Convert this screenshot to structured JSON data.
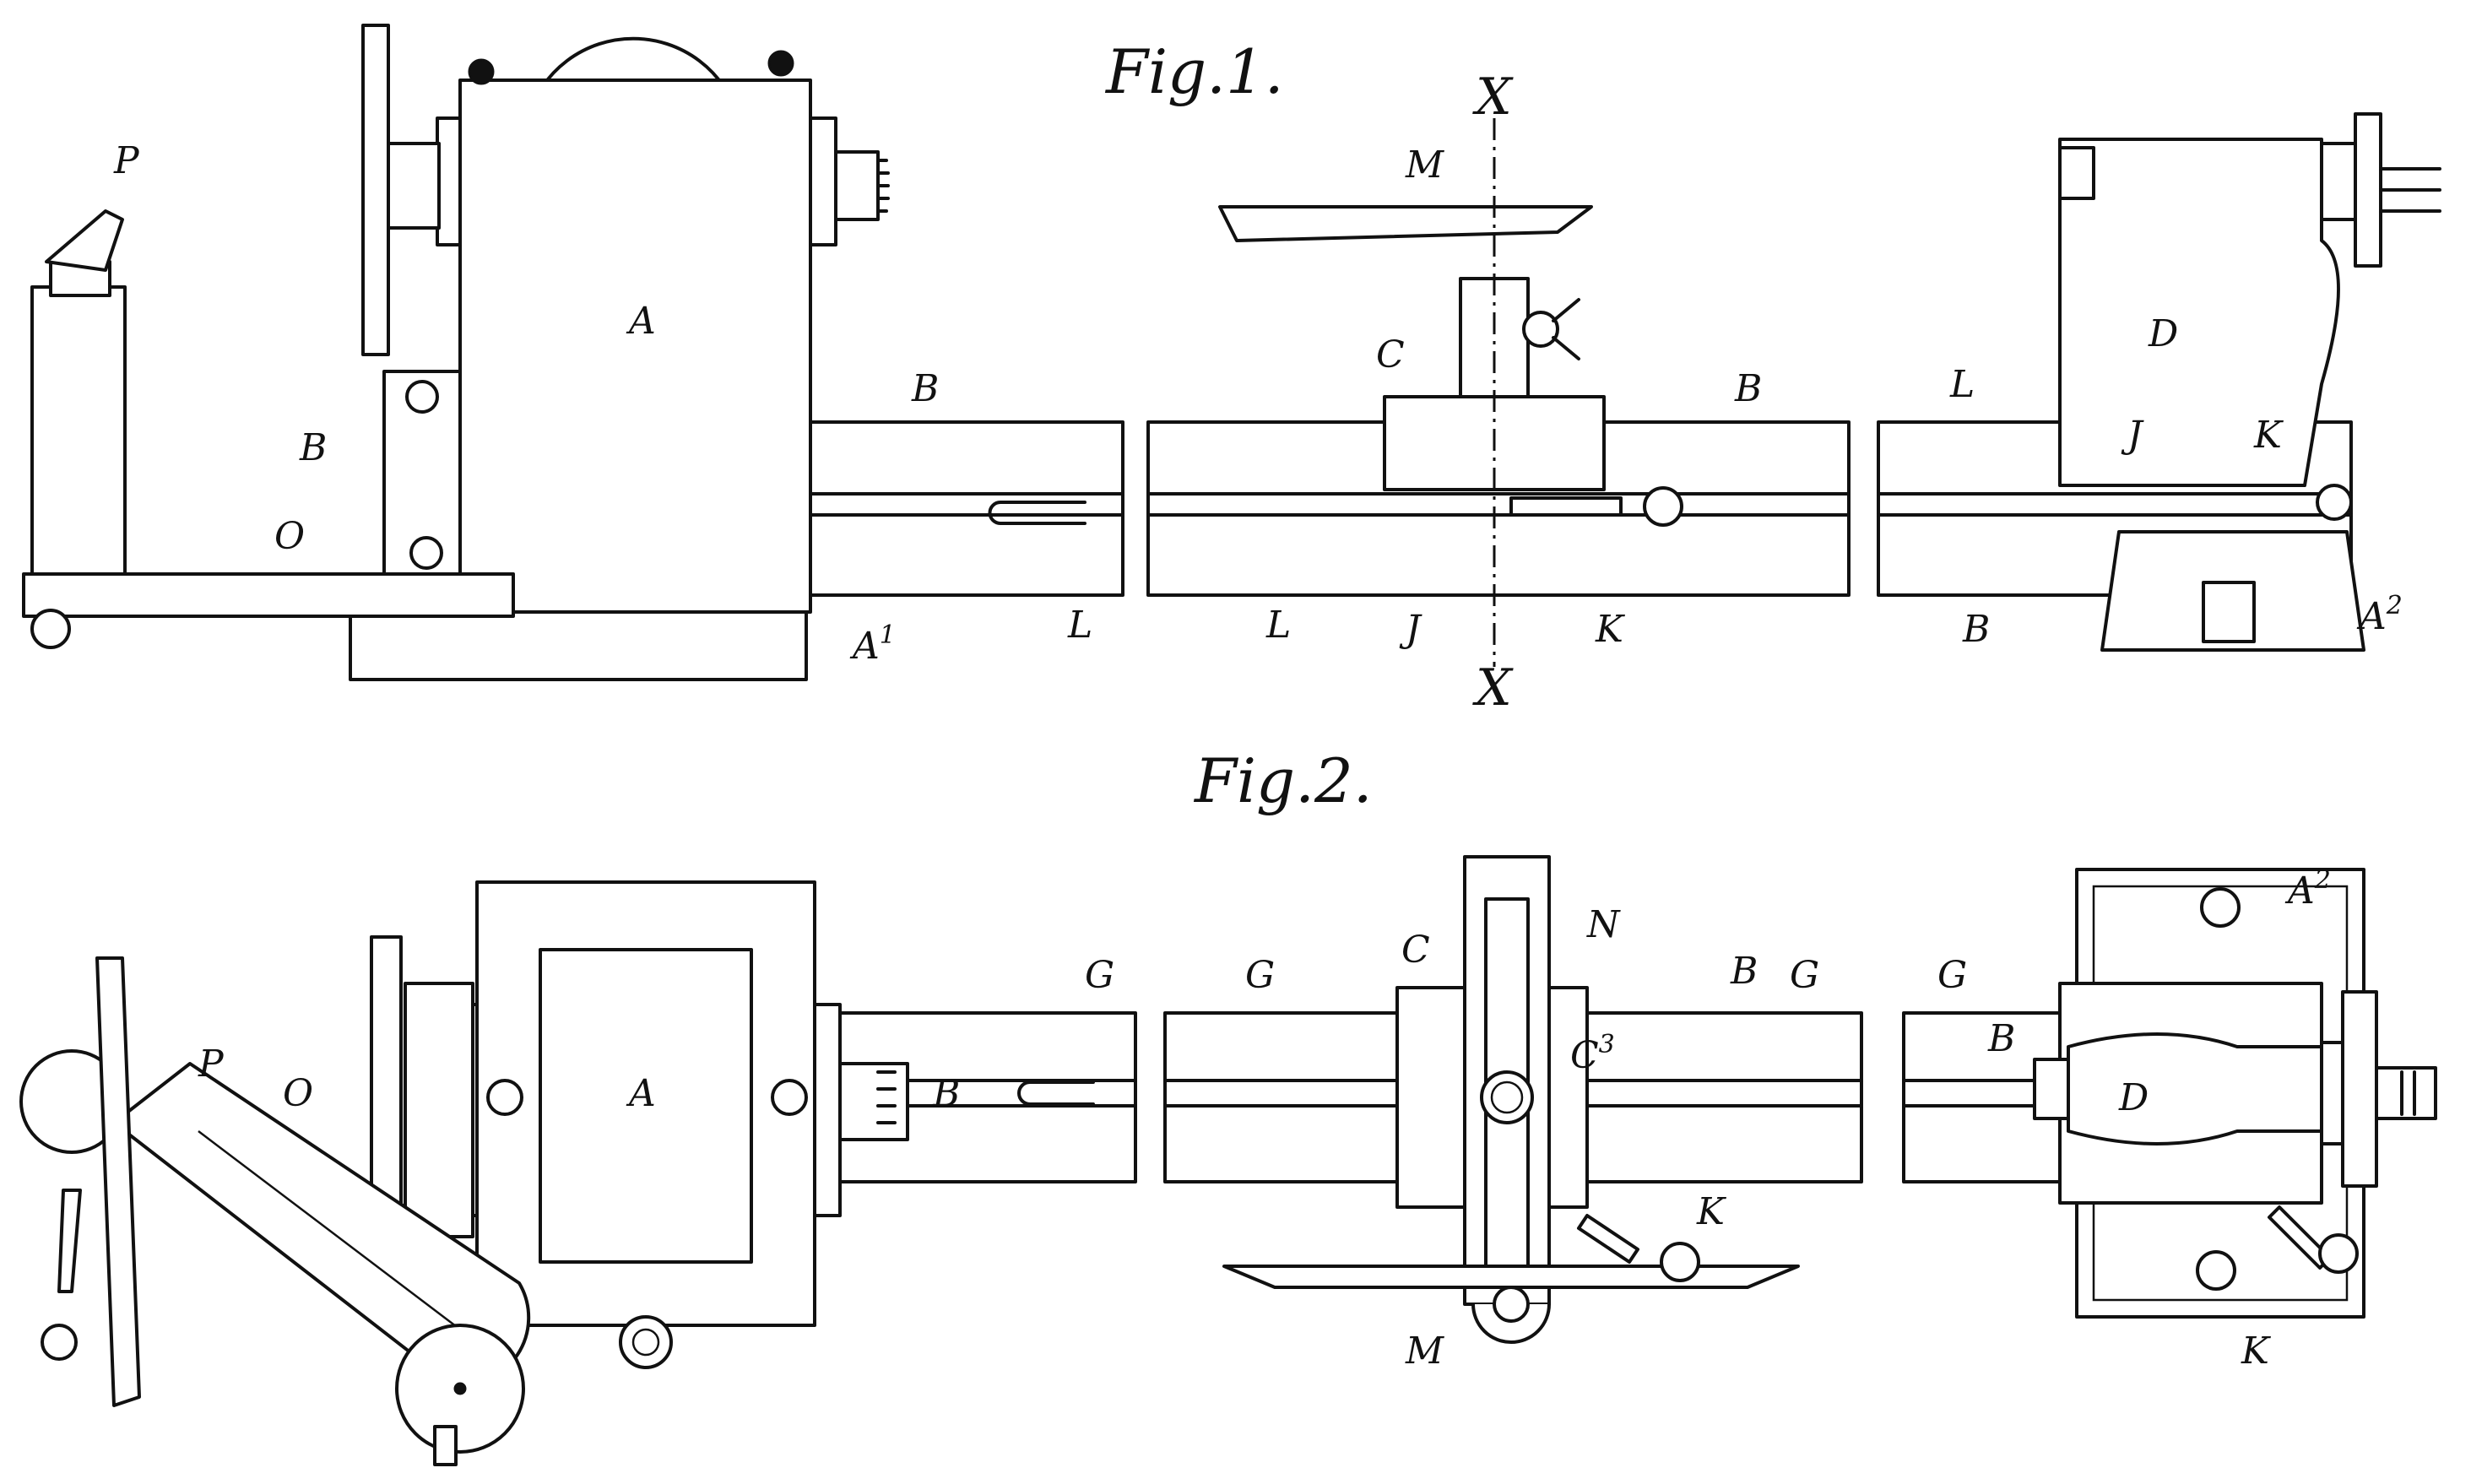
{
  "figures": {
    "fig1": "Fig.1.",
    "fig2": "Fig.2."
  },
  "labels": {
    "A": "A",
    "A1": "A",
    "A1_sup": "1",
    "A2": "A",
    "A2_sup": "2",
    "B": "B",
    "C": "C",
    "C3": "C",
    "C3_sup": "3",
    "D": "D",
    "G": "G",
    "J": "J",
    "K": "K",
    "L": "L",
    "M": "M",
    "N": "N",
    "O": "O",
    "P": "P",
    "X": "X"
  }
}
